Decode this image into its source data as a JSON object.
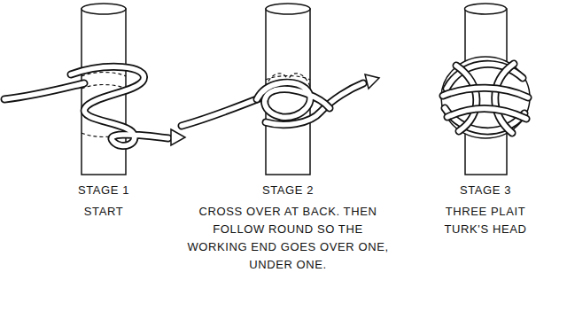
{
  "diagram": {
    "labels": [
      "STAGE 1",
      "START",
      "STAGE 2",
      "CROSS OVER AT BACK. THEN FOLLOW ROUND SO THE WORKING END GOES OVER ONE, UNDER ONE.",
      "STAGE 3",
      "THREE PLAIT TURK'S HEAD"
    ]
  }
}
